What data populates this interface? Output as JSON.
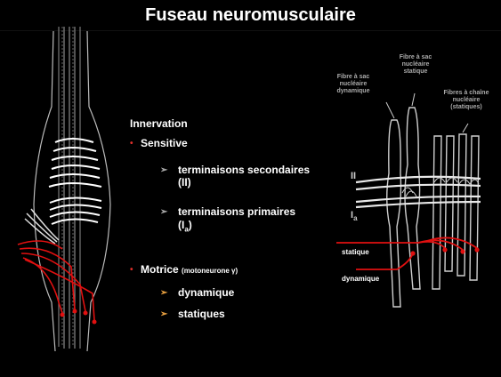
{
  "slide": {
    "title": "Fuseau neuromusculaire"
  },
  "innervation": {
    "heading": "Innervation",
    "sensitive": {
      "label": "Sensitive",
      "items": [
        {
          "line1": "terminaisons secondaires",
          "line2": "(II)"
        },
        {
          "line1": "terminaisons primaires",
          "line2_base": "(I",
          "line2_sub": "a",
          "line2_end": ")"
        }
      ]
    },
    "motrice": {
      "label": "Motrice",
      "note": "(motoneurone γ)",
      "items": [
        "dynamique",
        "statiques"
      ]
    }
  },
  "diagram_right": {
    "fibre_sac_dynamique": [
      "Fibre à sac",
      "nucléaire",
      "dynamique"
    ],
    "fibre_sac_statique": [
      "Fibre à sac",
      "nucléaire",
      "statique"
    ],
    "fibres_chaine": [
      "Fibres à chaîne",
      "nucléaire",
      "(statiques)"
    ],
    "ii_label": "II",
    "ia_base": "I",
    "ia_sub": "a",
    "statique_label": "statique",
    "dynamique_label": "dynamique"
  },
  "colors": {
    "background": "#000000",
    "text": "#ffffff",
    "bullet": "#e0302a",
    "arrow_motor": "#e8a040",
    "nerve_red": "#e01010",
    "fibre_gray": "#cfcfcf"
  }
}
